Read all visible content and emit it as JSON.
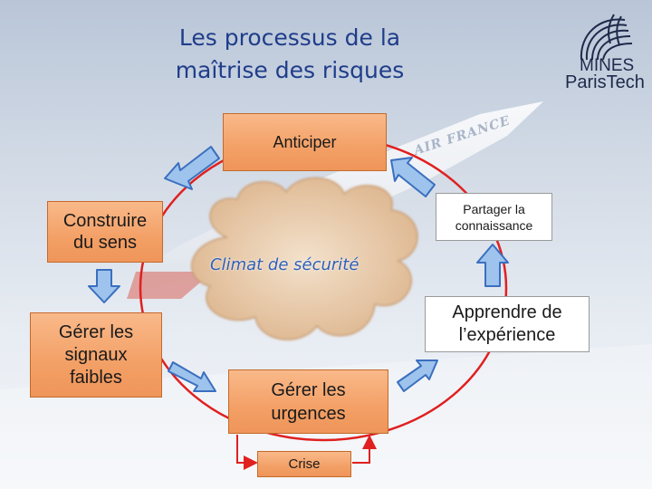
{
  "slide": {
    "title_line1": "Les processus de la",
    "title_line2": "maîtrise des risques"
  },
  "logo": {
    "text_line1": "MINES",
    "text_line2": "ParisTech"
  },
  "background": {
    "plane_text": "AIR FRANCE"
  },
  "boxes": {
    "anticiper": "Anticiper",
    "construire": "Construire\ndu sens",
    "gerer_signaux": "Gérer les\nsignaux\nfaibles",
    "gerer_urgences": "Gérer les\nurgences",
    "crise": "Crise",
    "apprendre": "Apprendre de\nl’expérience",
    "partager": "Partager la\nconnaissance"
  },
  "cloud": {
    "label": "Climat de sécurité"
  },
  "colors": {
    "title": "#1f3d8a",
    "box_fill": "#f3a066",
    "cycle": "#e02020",
    "arrow_fill": "#9ec3ec",
    "arrow_stroke": "#3a6fbf",
    "cloud_fill": "#e8cdb0",
    "cloud_label": "#2e5fb8"
  }
}
